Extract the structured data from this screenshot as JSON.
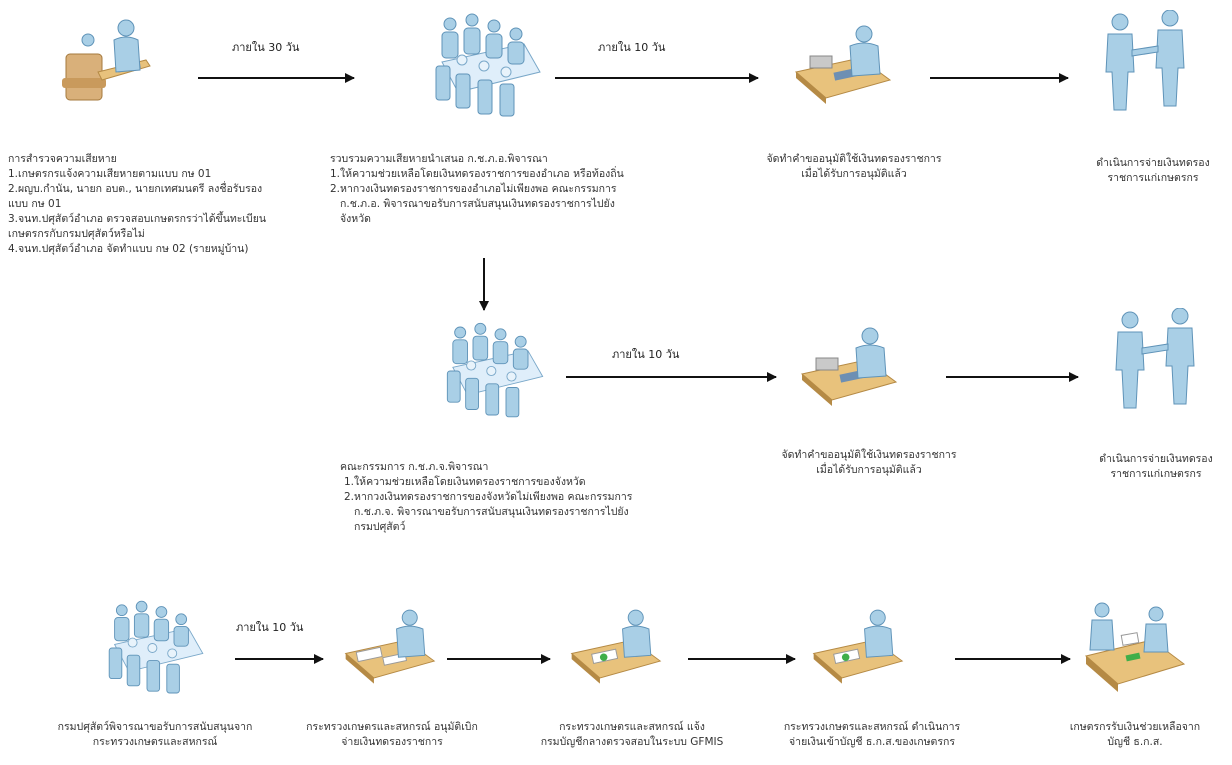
{
  "colors": {
    "person": "#a9cfe6",
    "person_dark": "#5f93b8",
    "desk": "#e8c27c",
    "desk_dark": "#b58a45",
    "chair": "#d9b07a",
    "arrow": "#111111",
    "table_top": "#dfeefa"
  },
  "edge_labels": {
    "within_30_days": "ภายใน 30 วัน",
    "within_10_days_a": "ภายใน 10 วัน",
    "within_10_days_b": "ภายใน 10 วัน",
    "within_10_days_c": "ภายใน 10 วัน"
  },
  "nodes": {
    "survey": {
      "icon": "person-at-desk-icon",
      "lines": [
        "การสำรวจความเสียหาย",
        "1.เกษตรกรแจ้งความเสียหายตามแบบ กษ 01",
        "2.ผญบ.กำนัน, นายก อบต., นายกเทศมนตรี ลงชื่อรับรอง",
        "แบบ กษ 01",
        "3.จนท.ปศุสัตว์อำเภอ ตรวจสอบเกษตรกรว่าได้ขึ้นทะเบียน",
        "เกษตรกรกับกรมปศุสัตว์หรือไม่",
        "4.จนท.ปศุสัตว์อำเภอ จัดทำแบบ กษ 02 (รายหมู่บ้าน)"
      ]
    },
    "district_committee": {
      "icon": "meeting-icon",
      "lines": [
        "รวบรวมความเสียหายนำเสนอ ก.ช.ภ.อ.พิจารณา",
        "1.ให้ความช่วยเหลือโดยเงินทดรองราชการของอำเภอ หรือท้องถิ่น",
        "2.หากวงเงินทดรองราชการของอำเภอไม่เพียงพอ คณะกรรมการ",
        "ก.ช.ภ.อ. พิจารณาขอรับการสนับสนุนเงินทดรองราชการไปยัง",
        "จังหวัด"
      ]
    },
    "prepare_disburse_1": {
      "icon": "clerk-with-papers-icon",
      "lines": [
        "จัดทำคำขออนุมัติใช้เงินทดรองราชการ",
        "เมื่อได้รับการอนุมัติแล้ว"
      ]
    },
    "pay_farmers_1": {
      "icon": "handshake-icon",
      "lines": [
        "ดำเนินการจ่ายเงินทดรอง",
        "ราชการแก่เกษตรกร"
      ]
    },
    "province_committee": {
      "icon": "meeting-icon",
      "lines": [
        "คณะกรรมการ ก.ช.ภ.จ.พิจารณา",
        "1.ให้ความช่วยเหลือโดยเงินทดรองราชการของจังหวัด",
        "2.หากวงเงินทดรองราชการของจังหวัดไม่เพียงพอ คณะกรรมการ",
        "ก.ช.ภ.จ. พิจารณาขอรับการสนับสนุนเงินทดรองราชการไปยัง",
        "กรมปศุสัตว์"
      ]
    },
    "prepare_disburse_2": {
      "icon": "clerk-with-papers-icon",
      "lines": [
        "จัดทำคำขออนุมัติใช้เงินทดรองราชการ",
        "เมื่อได้รับการอนุมัติแล้ว"
      ]
    },
    "pay_farmers_2": {
      "icon": "handshake-icon",
      "lines": [
        "ดำเนินการจ่ายเงินทดรอง",
        "ราชการแก่เกษตรกร"
      ]
    },
    "dld_request": {
      "icon": "meeting-icon",
      "lines": [
        "กรมปศุสัตว์พิจารณาขอรับการสนับสนุนจาก",
        "กระทรวงเกษตรและสหกรณ์"
      ]
    },
    "moac_approve": {
      "icon": "clerk-with-papers-icon",
      "lines": [
        "กระทรวงเกษตรและสหกรณ์ อนุมัติเบิก",
        "จ่ายเงินทดรองราชการ"
      ]
    },
    "moac_notify": {
      "icon": "clerk-with-papers-icon",
      "lines": [
        "กระทรวงเกษตรและสหกรณ์ แจ้ง",
        "กรมบัญชีกลางตรวจสอบในระบบ GFMIS"
      ]
    },
    "moac_transfer": {
      "icon": "clerk-with-papers-icon",
      "lines": [
        "กระทรวงเกษตรและสหกรณ์ ดำเนินการ",
        "จ่ายเงินเข้าบัญชี ธ.ก.ส.ของเกษตรกร"
      ]
    },
    "farmer_receive": {
      "icon": "bank-counter-icon",
      "lines": [
        "เกษตรกรรับเงินช่วยเหลือจาก",
        "บัญชี ธ.ก.ส."
      ]
    }
  }
}
